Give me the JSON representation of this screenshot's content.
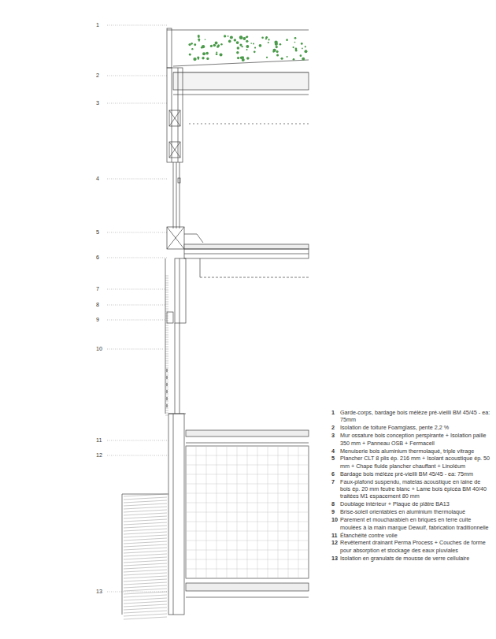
{
  "diagram": {
    "labels": [
      "1",
      "2",
      "3",
      "4",
      "5",
      "6",
      "7",
      "8",
      "9",
      "10",
      "11",
      "12",
      "13",
      "1",
      "Garde-corps, bardage bois mélèze pré-vieilli BM 45/45 - ea: 75mm",
      "2",
      "Isolation de toiture Foamglass, pente 2,2 %",
      "3",
      "Mur ossature bois conception perspirante + Isolation paille 350 mm + Panneau OSB + Fermacell",
      "4",
      "Menuiserie bois aluminium thermolaqué, triple vitrage",
      "5",
      "Plancher CLT 8 plis ép. 216 mm + Isolant acoustique ép. 50 mm + Chape fluide plancher chauffant + Linoléum",
      "6",
      "Bardage bois mélèze pré-vieilli BM 45/45 - ea: 75mm",
      "7",
      "Faux-plafond suspendu, matelas acoustique en laine de bois ép. 20 mm feutre blanc + Lame bois épicéa BM 40/40 traitées M1 espacement 80 mm",
      "8",
      "Doublage intérieur + Plaque de plâtre BA13",
      "9",
      "Brise-soleil orientables en aluminium thermolaqué",
      "10",
      "Parement et moucharabieh en briques en terre cuite moulées à la main marque Dewulf, fabrication traditionnelle",
      "11",
      "Étanchéité contre voile",
      "12",
      "Revêtement drainant Perma Process + Couches de forme pour absorption et stockage des eaux pluviales",
      "13",
      "Isolation en granulats de mousse de verre cellulaire"
    ]
  }
}
